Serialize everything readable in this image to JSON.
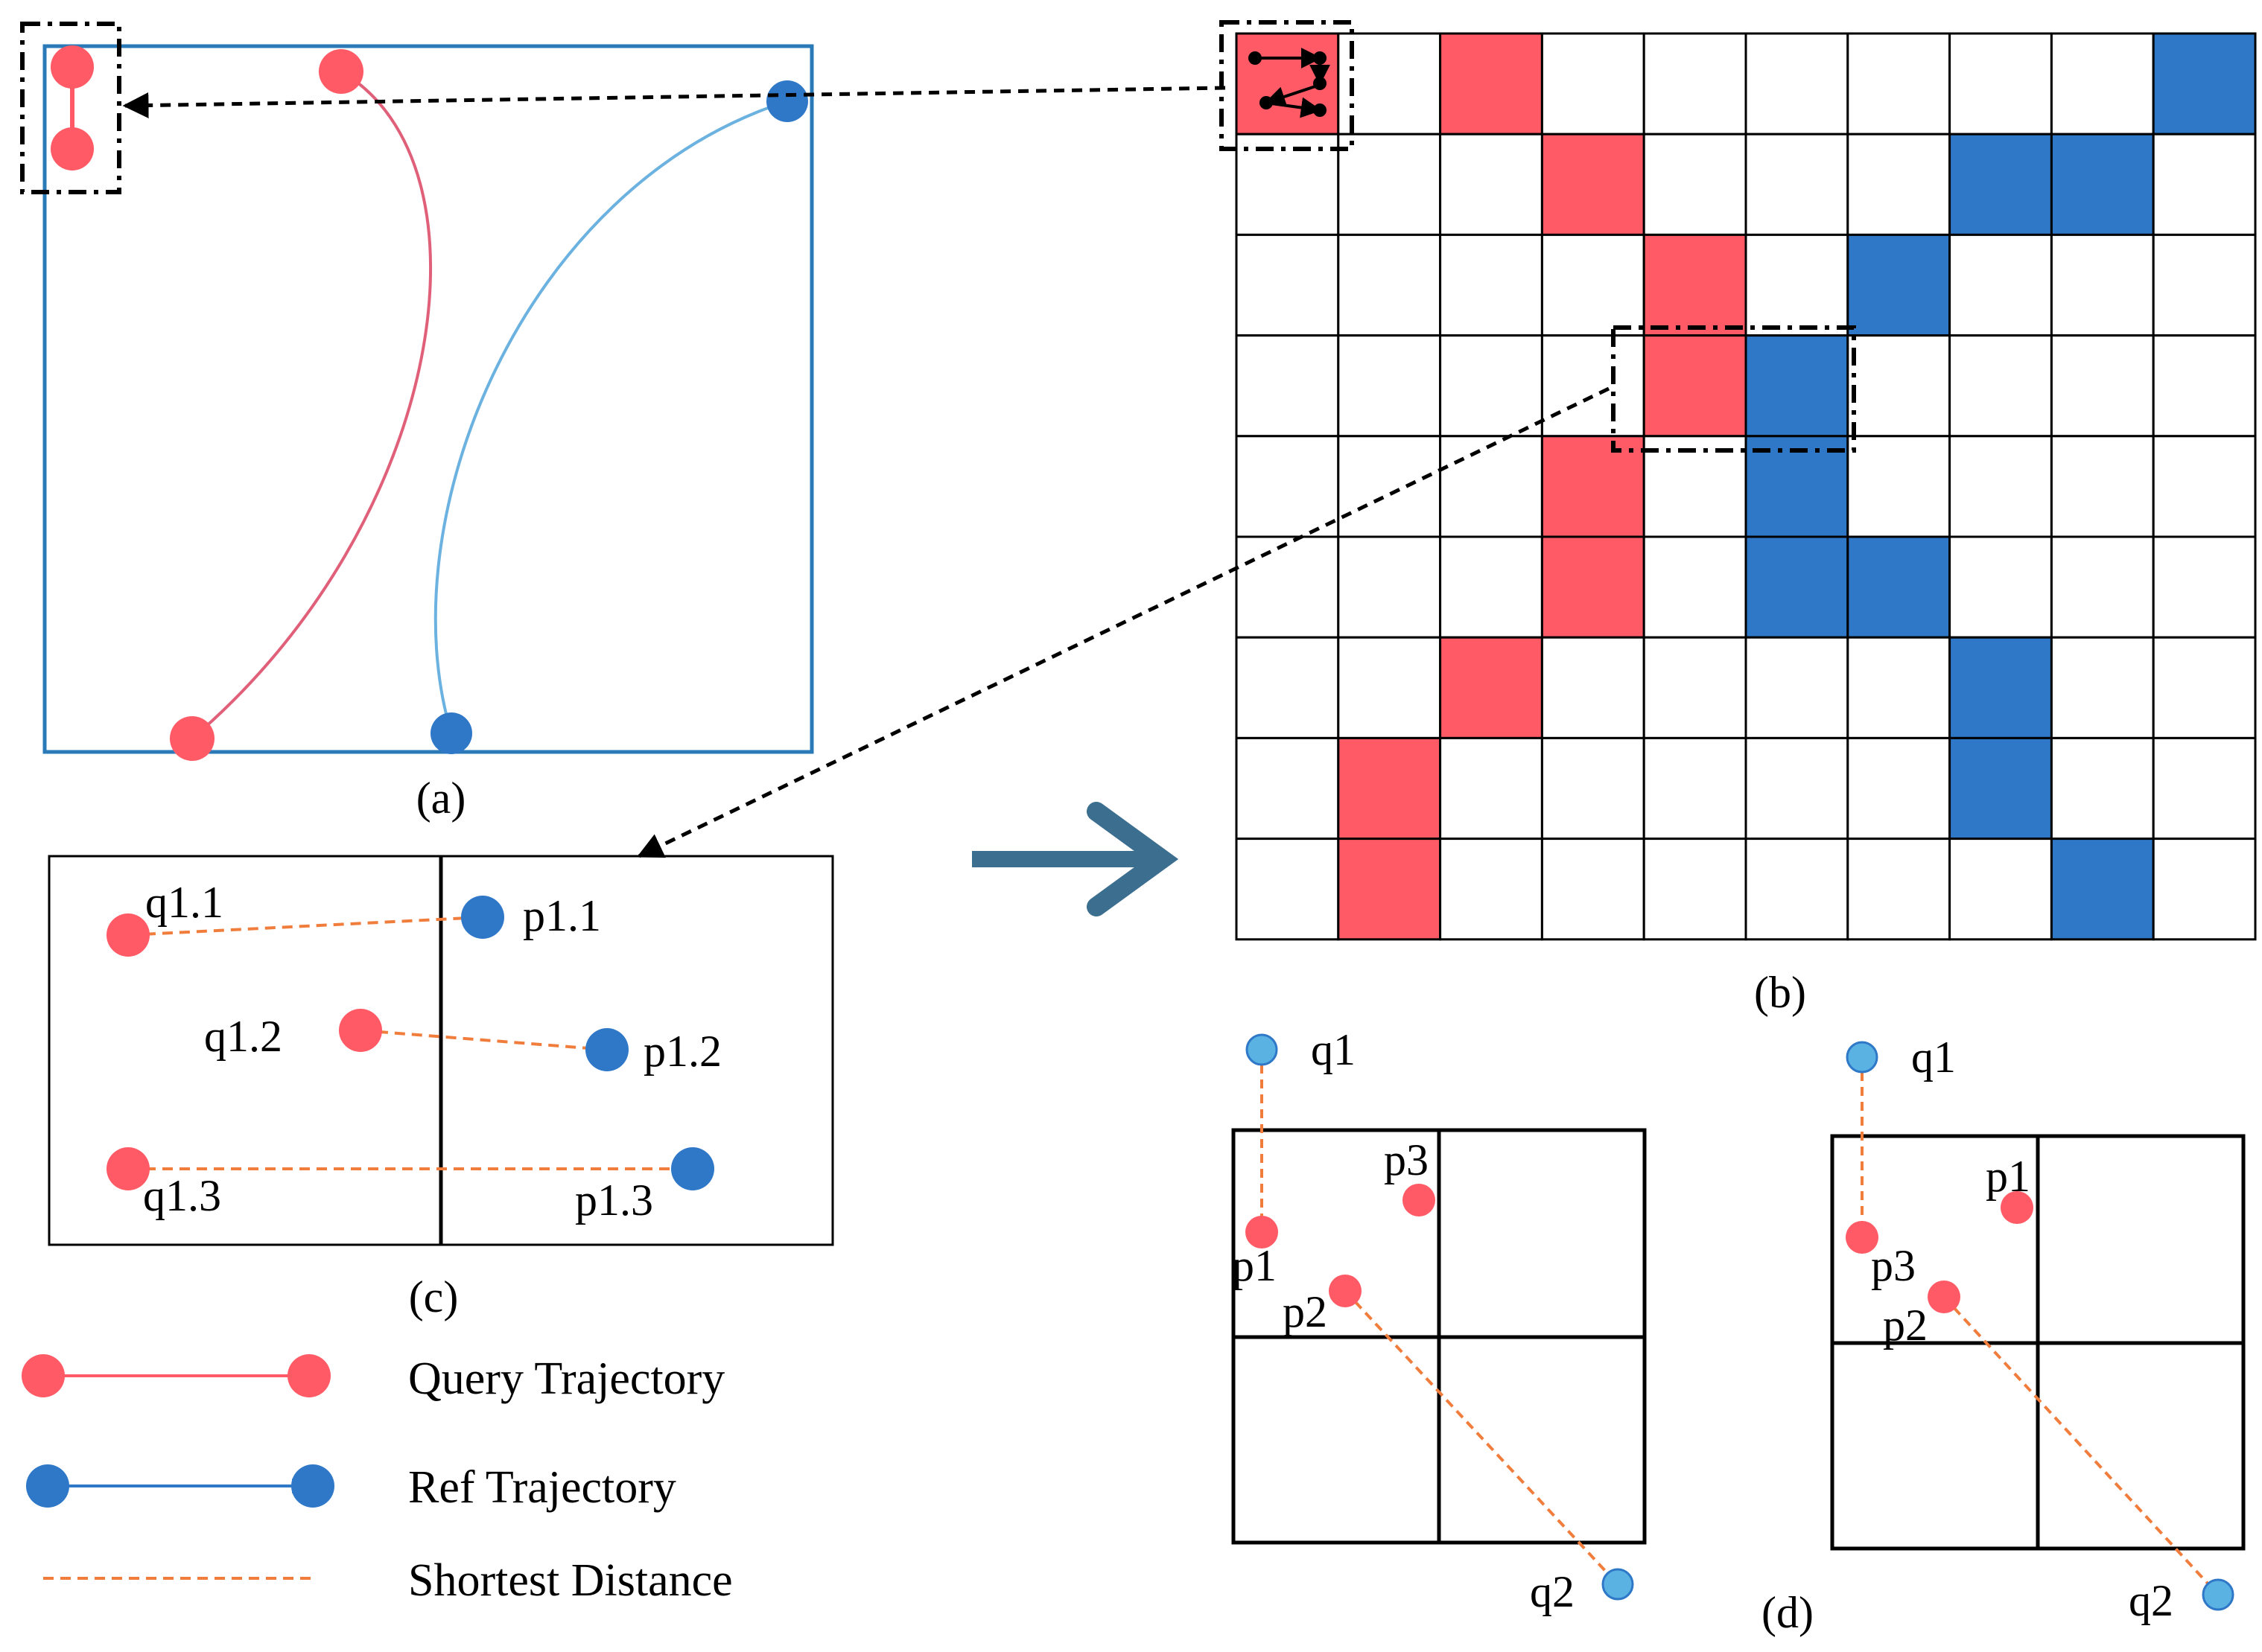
{
  "colors": {
    "query": "#ff5a65",
    "ref": "#2f78c8",
    "ref_light": "#5ab2e3",
    "query_line": "#e0607a",
    "ref_line": "#6cb2e0",
    "distance": "#f07d3c",
    "frame_a": "#2a7ab8",
    "big_arrow": "#3b6e8f"
  },
  "panels": {
    "a": {
      "label": "(a)"
    },
    "b": {
      "label": "(b)",
      "grid": {
        "rows": 9,
        "cols": 10
      },
      "query_cells": [
        [
          0,
          0
        ],
        [
          0,
          2
        ],
        [
          1,
          3
        ],
        [
          2,
          4
        ],
        [
          3,
          4
        ],
        [
          4,
          3
        ],
        [
          5,
          3
        ],
        [
          6,
          2
        ],
        [
          7,
          1
        ],
        [
          8,
          1
        ]
      ],
      "ref_cells": [
        [
          0,
          9
        ],
        [
          1,
          7
        ],
        [
          1,
          8
        ],
        [
          2,
          6
        ],
        [
          3,
          5
        ],
        [
          4,
          5
        ],
        [
          5,
          5
        ],
        [
          5,
          6
        ],
        [
          6,
          7
        ],
        [
          7,
          7
        ],
        [
          8,
          8
        ]
      ]
    },
    "c": {
      "label": "(c)",
      "query_points": [
        "q1.1",
        "q1.2",
        "q1.3"
      ],
      "ref_points": [
        "p1.1",
        "p1.2",
        "p1.3"
      ]
    },
    "d": {
      "label": "(d)",
      "left": {
        "q_top": "q1",
        "q_bottom": "q2",
        "points": [
          "p1",
          "p2",
          "p3"
        ]
      },
      "right": {
        "q_top": "q1",
        "q_bottom": "q2",
        "points": [
          "p1",
          "p2",
          "p3"
        ]
      }
    }
  },
  "legend": {
    "query": "Query Trajectory",
    "ref": "Ref Trajectory",
    "distance": "Shortest Distance"
  }
}
